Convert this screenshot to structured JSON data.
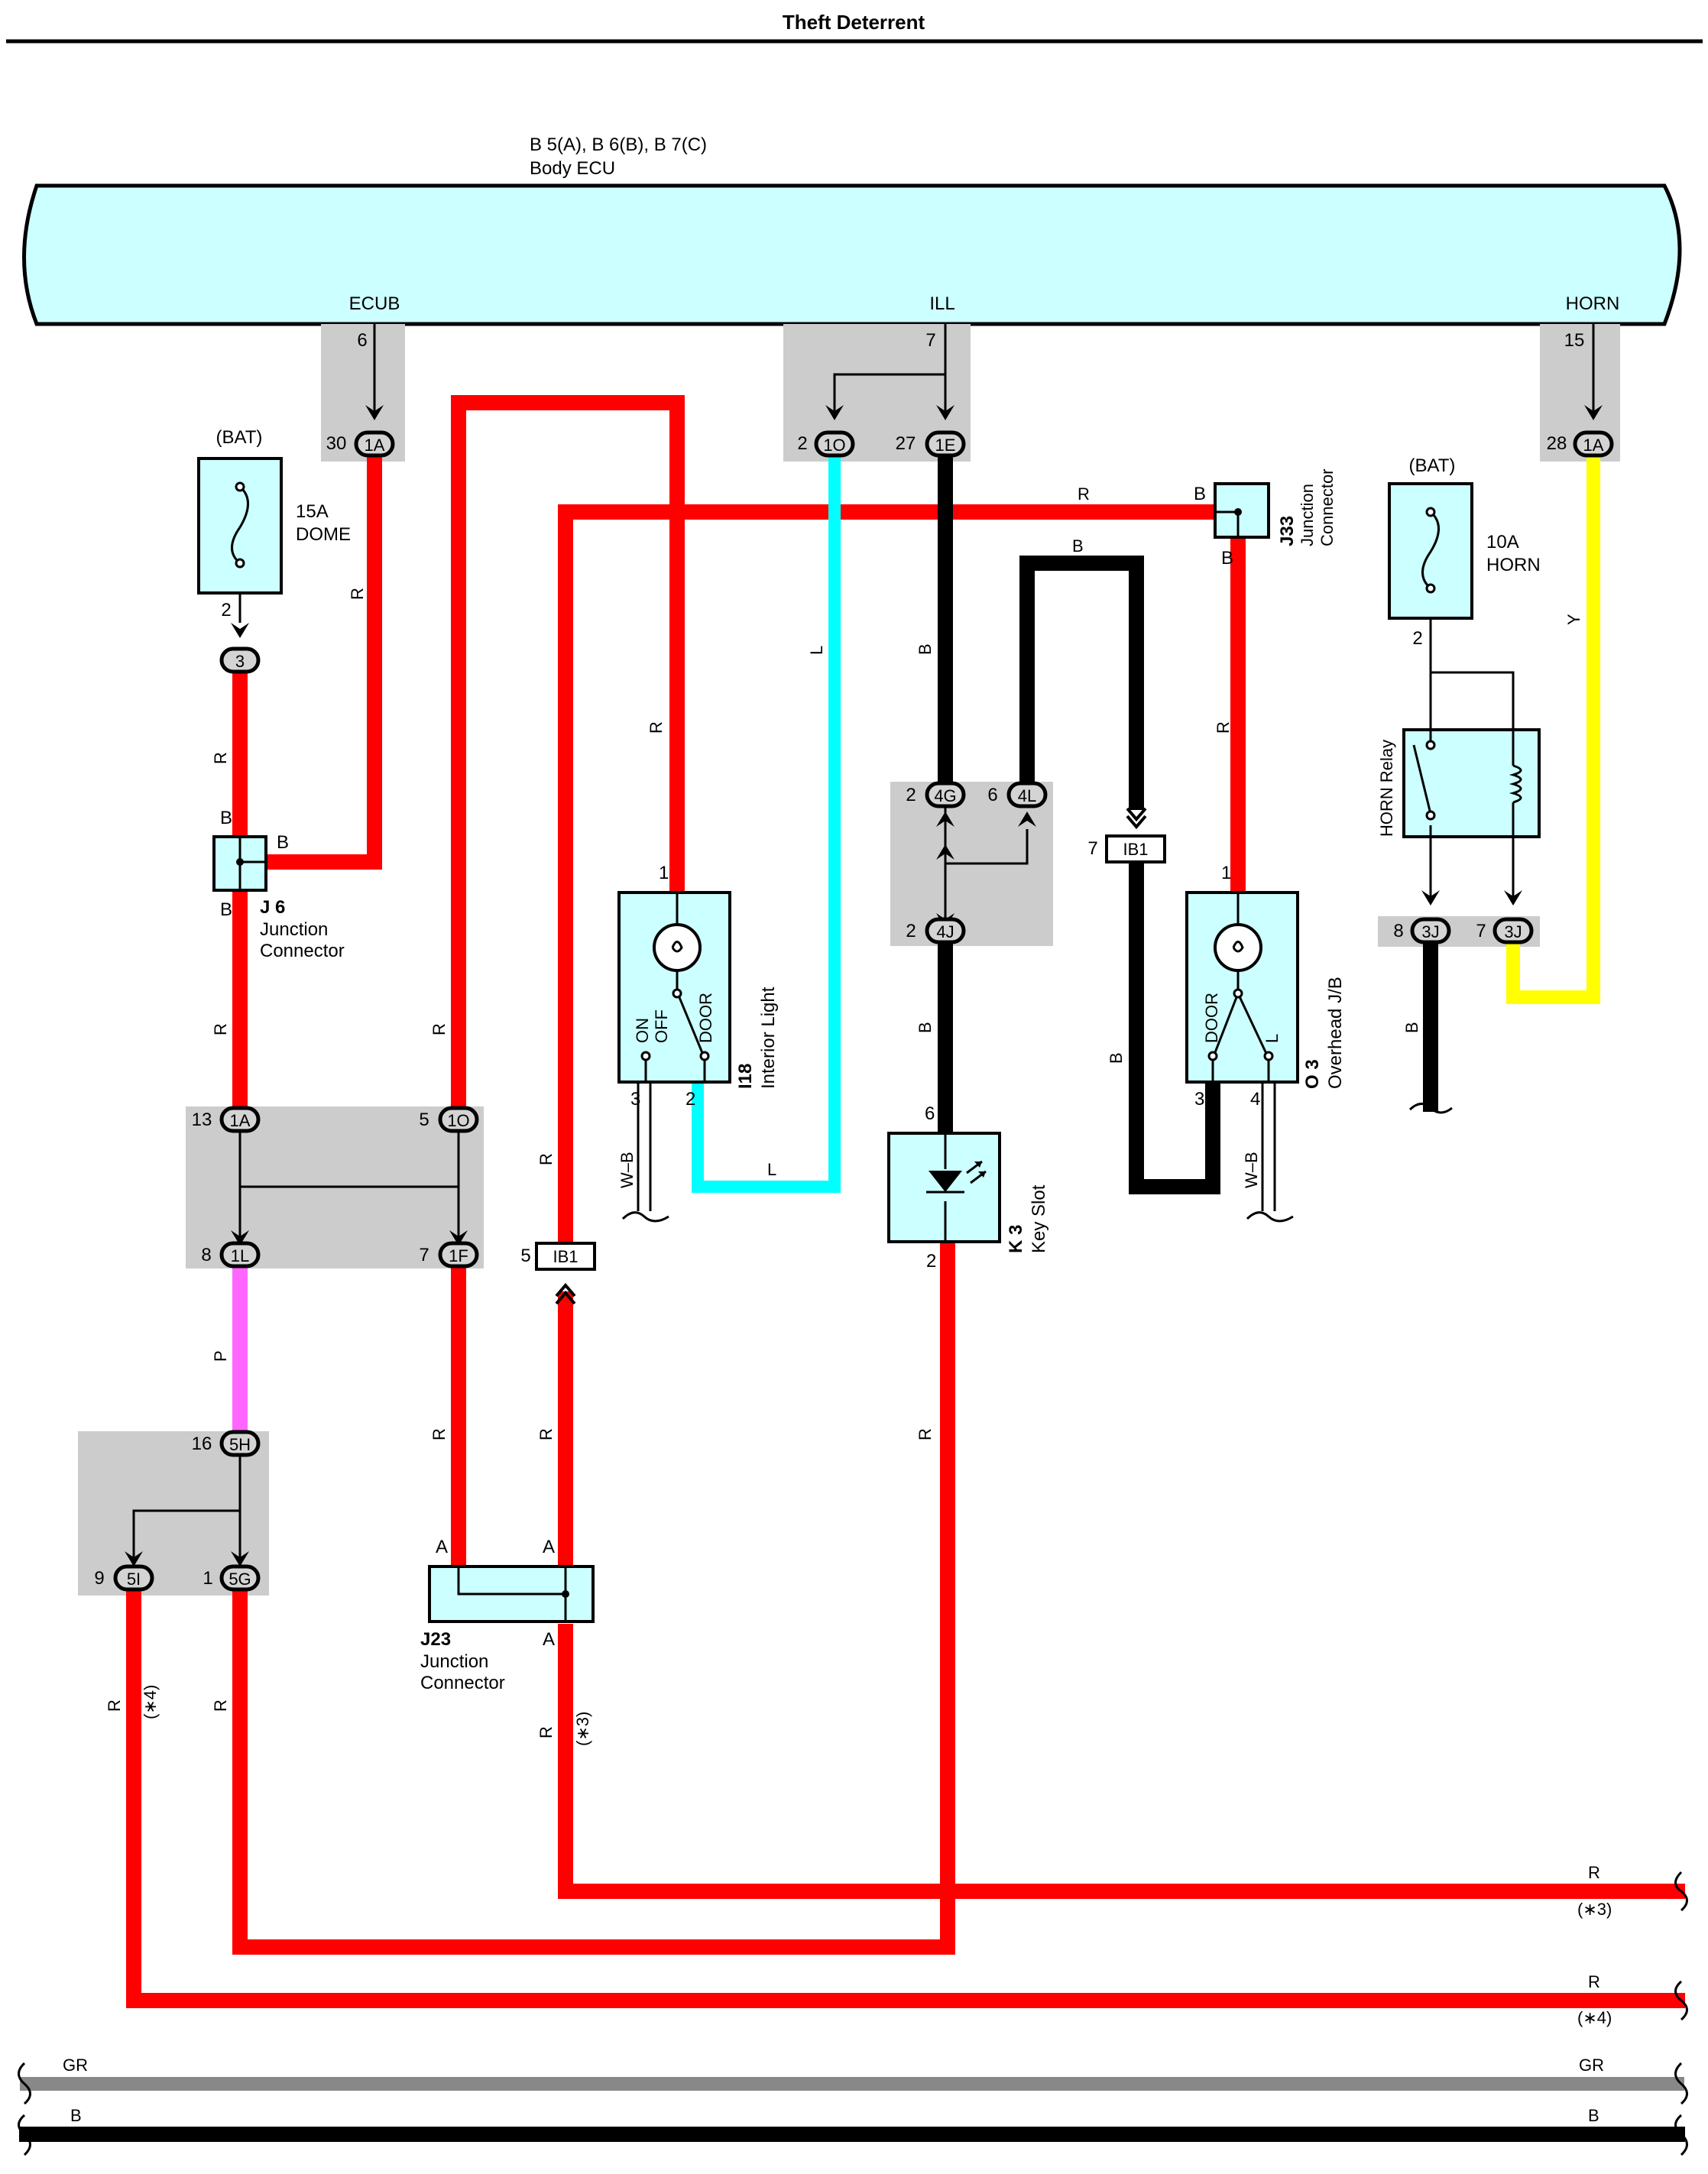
{
  "title": "Theft Deterrent",
  "ecu": {
    "ref": "B 5(A), B 6(B), B 7(C)",
    "name": "Body ECU",
    "terminals": {
      "ecub": "ECUB",
      "ill": "ILL",
      "horn": "HORN"
    },
    "pins": {
      "ecub": "6",
      "ill": "7",
      "horn": "15"
    }
  },
  "connectors": {
    "c30_1A": {
      "num": "30",
      "id": "1A"
    },
    "c2_1O": {
      "num": "2",
      "id": "1O"
    },
    "c27_1E": {
      "num": "27",
      "id": "1E"
    },
    "c28_1A": {
      "num": "28",
      "id": "1A"
    },
    "c3": {
      "id": "3"
    },
    "c13_1A": {
      "num": "13",
      "id": "1A"
    },
    "c5_1O": {
      "num": "5",
      "id": "1O"
    },
    "c8_1L": {
      "num": "8",
      "id": "1L"
    },
    "c7_1F": {
      "num": "7",
      "id": "1F"
    },
    "c16_5H": {
      "num": "16",
      "id": "5H"
    },
    "c9_5I": {
      "num": "9",
      "id": "5I"
    },
    "c1_5G": {
      "num": "1",
      "id": "5G"
    },
    "c2_4G": {
      "num": "2",
      "id": "4G"
    },
    "c6_4L": {
      "num": "6",
      "id": "4L"
    },
    "c2_4J": {
      "num": "2",
      "id": "4J"
    },
    "c8_3J": {
      "num": "8",
      "id": "3J"
    },
    "c7_3J": {
      "num": "7",
      "id": "3J"
    },
    "ib1_top": {
      "num": "7",
      "id": "IB1"
    },
    "ib1_left": {
      "num": "5",
      "id": "IB1"
    }
  },
  "components": {
    "fuse_dome": {
      "source": "(BAT)",
      "rating": "15A",
      "name": "DOME",
      "pin": "2"
    },
    "fuse_horn": {
      "source": "(BAT)",
      "rating": "10A",
      "name": "HORN",
      "pin": "2"
    },
    "j6": {
      "ref": "J 6",
      "line1": "Junction",
      "line2": "Connector",
      "pin_top": "B",
      "pin_right": "B",
      "pin_bottom": "B"
    },
    "j33": {
      "ref": "J33",
      "line1": "Junction",
      "line2": "Connector",
      "pin_left": "B",
      "pin_bottom": "B"
    },
    "j23": {
      "ref": "J23",
      "line1": "Junction",
      "line2": "Connector",
      "pin_a1": "A",
      "pin_a2": "A",
      "pin_a3": "A"
    },
    "interior_light": {
      "ref": "I18",
      "name": "Interior Light",
      "sw_on": "ON",
      "sw_off": "OFF",
      "sw_door": "DOOR",
      "pin1": "1",
      "pin2": "2",
      "pin3": "3"
    },
    "overhead_jb": {
      "ref": "O 3",
      "name": "Overhead J/B",
      "sw_door": "DOOR",
      "sw_l": "L",
      "pin1": "1",
      "pin3": "3",
      "pin4": "4"
    },
    "key_slot": {
      "ref": "K 3",
      "name": "Key Slot",
      "pin6": "6",
      "pin2": "2"
    },
    "horn_relay": {
      "name": "HORN Relay"
    }
  },
  "wire_labels": {
    "r": "R",
    "b": "B",
    "l": "L",
    "y": "Y",
    "p": "P",
    "wb": "W–B",
    "gr": "GR",
    "note3": "(∗3)",
    "note4": "(∗4)"
  },
  "colors": {
    "red": "#ff0000",
    "black": "#000000",
    "blue": "#00ffff",
    "yellow": "#ffff00",
    "pink": "#ff66ff",
    "gray": "#888888",
    "component": "#ccffff",
    "shade": "#cccccc"
  }
}
